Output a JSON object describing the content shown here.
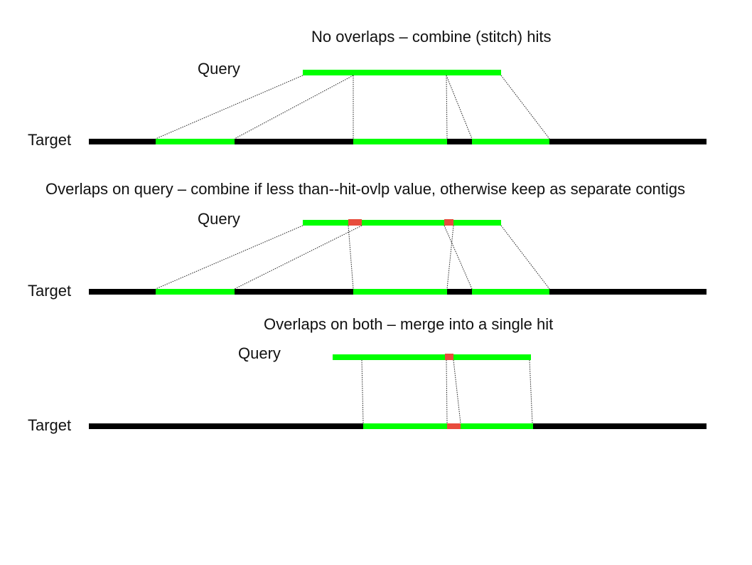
{
  "colors": {
    "hit": "#00ff00",
    "overlap": "#e74c3c",
    "target": "#000000",
    "connector": "#222222"
  },
  "panels": [
    {
      "title": "No overlaps – combine (stitch) hits",
      "query_label": "Query",
      "target_label": "Target"
    },
    {
      "title": "Overlaps on query – combine if less than--hit-ovlp value, otherwise keep as separate contigs",
      "query_label": "Query",
      "target_label": "Target"
    },
    {
      "title": "Overlaps on both – merge into a single hit",
      "query_label": "Query",
      "target_label": "Target"
    }
  ]
}
